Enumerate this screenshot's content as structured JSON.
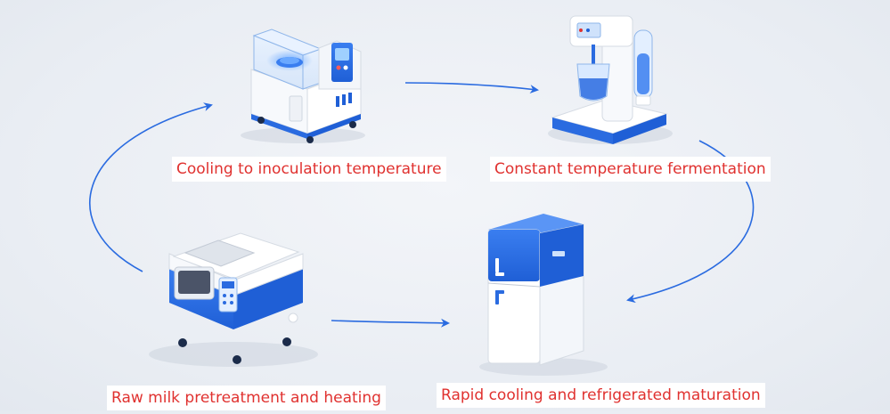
{
  "steps": {
    "cooling": "Cooling to inoculation temperature",
    "fermentation": "Constant temperature fermentation",
    "raw_milk": "Raw milk pretreatment and heating",
    "refrigeration": "Rapid cooling and refrigerated maturation"
  },
  "icons": {
    "cooling": "incubator-machine-icon",
    "fermentation": "fermenter-stirrer-icon",
    "raw_milk": "pasteurizer-machine-icon",
    "refrigeration": "refrigerator-icon"
  },
  "colors": {
    "accent_blue": "#2a6be0",
    "label_red": "#e0312f",
    "background": "#eef1f5"
  }
}
